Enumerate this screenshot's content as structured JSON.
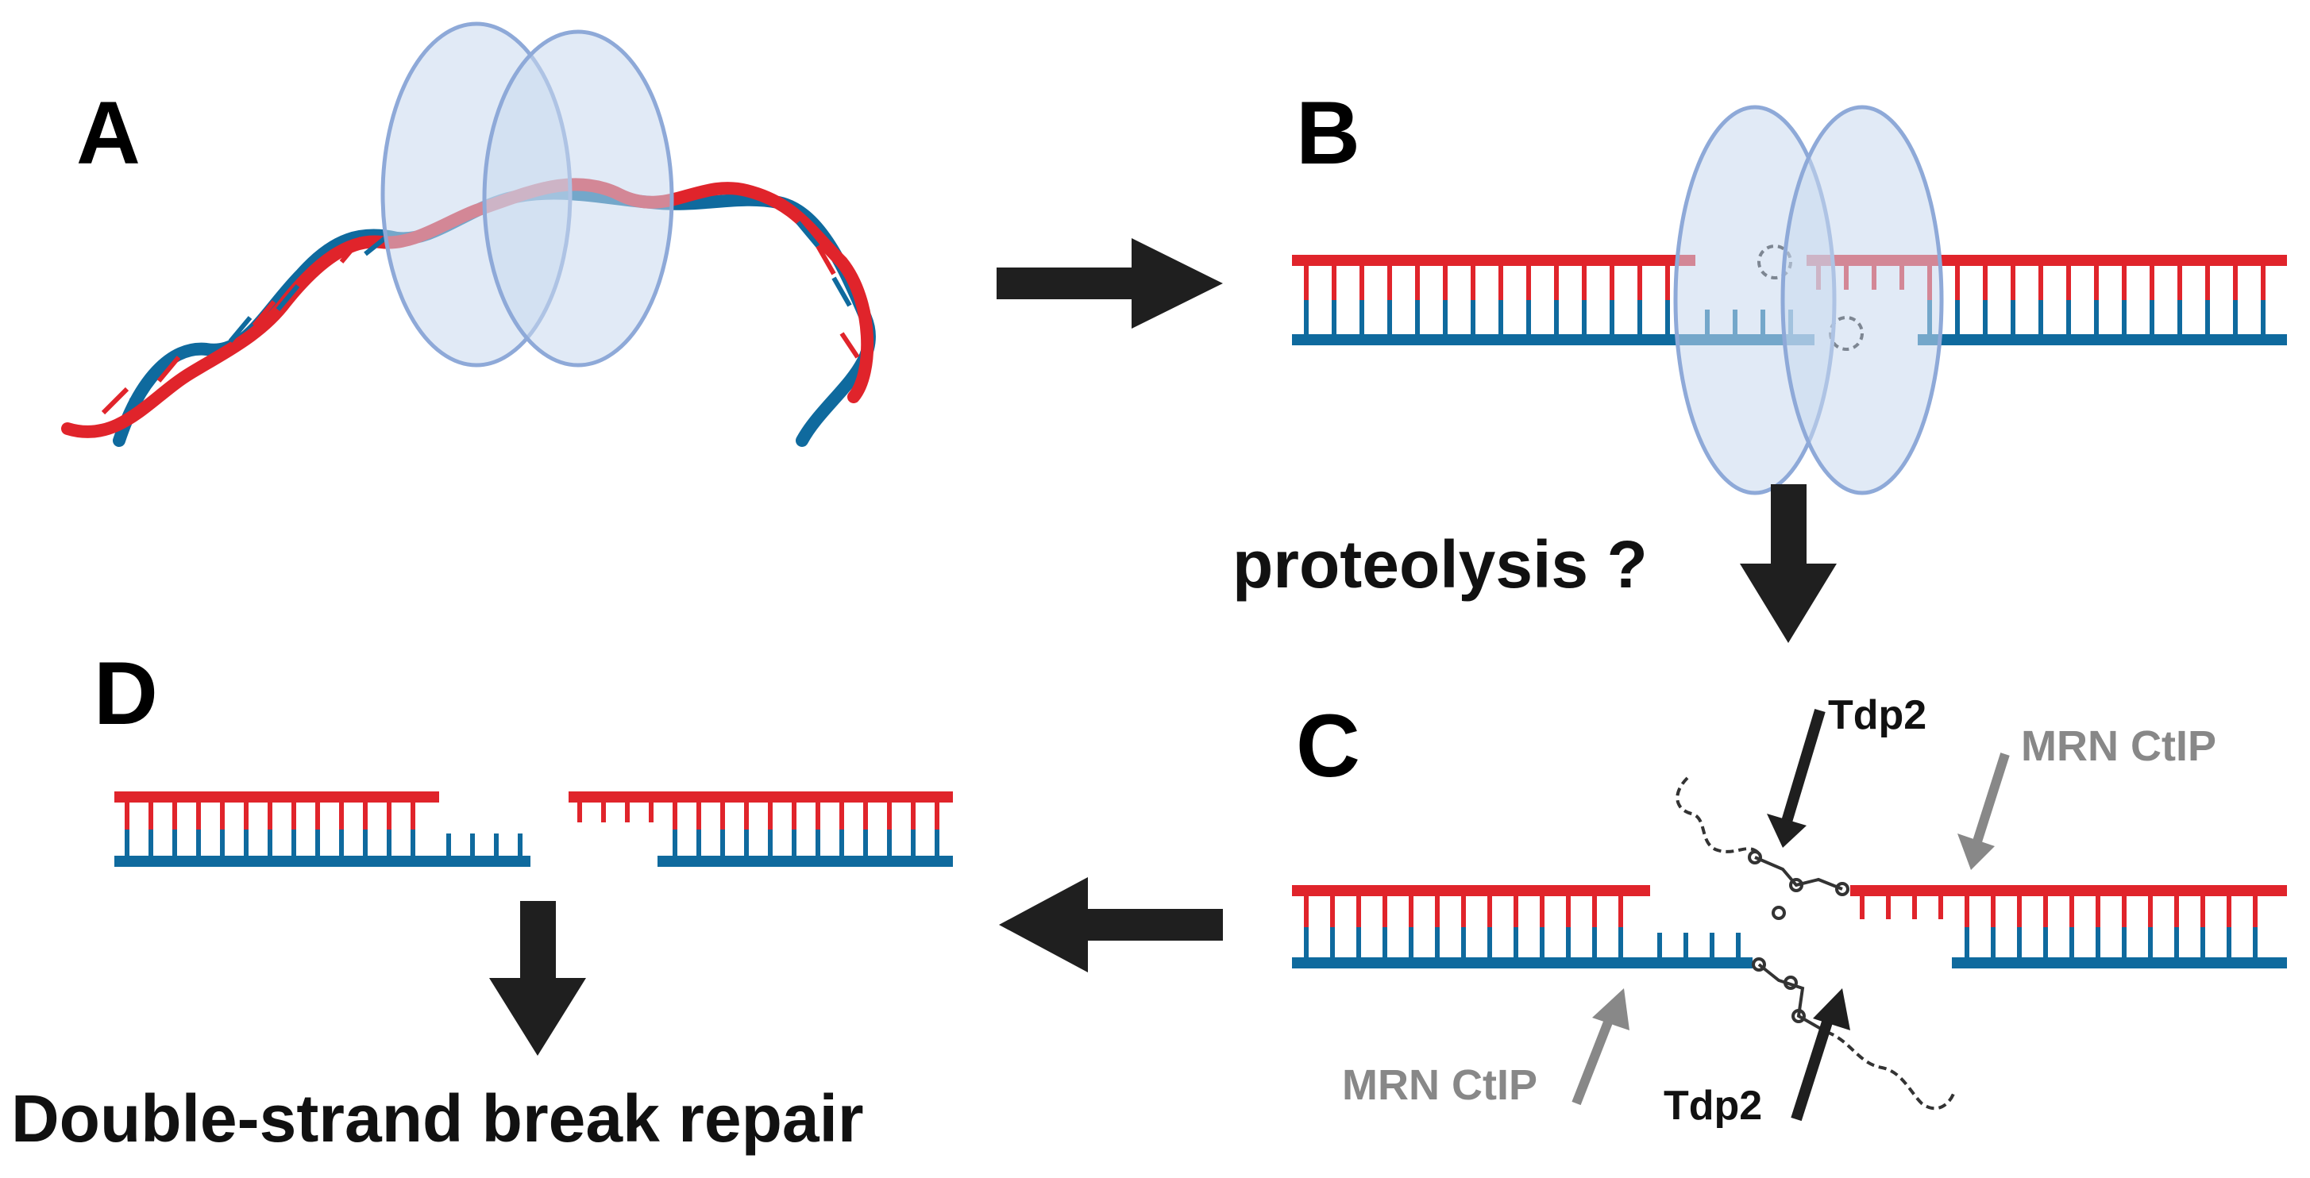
{
  "panels": {
    "a": "A",
    "b": "B",
    "c": "C",
    "d": "D"
  },
  "labels": {
    "proteolysis": "proteolysis ?",
    "repair": "Double-strand break repair",
    "tdp2": "Tdp2",
    "mrn": "MRN CtIP"
  },
  "colors": {
    "strand_red": "#e0242b",
    "strand_blue": "#0f6a9e",
    "protein_fill": "#c9d9ef",
    "protein_stroke": "#8ea9d8",
    "arrow": "#1f1f1f",
    "gray_label": "#888888"
  }
}
